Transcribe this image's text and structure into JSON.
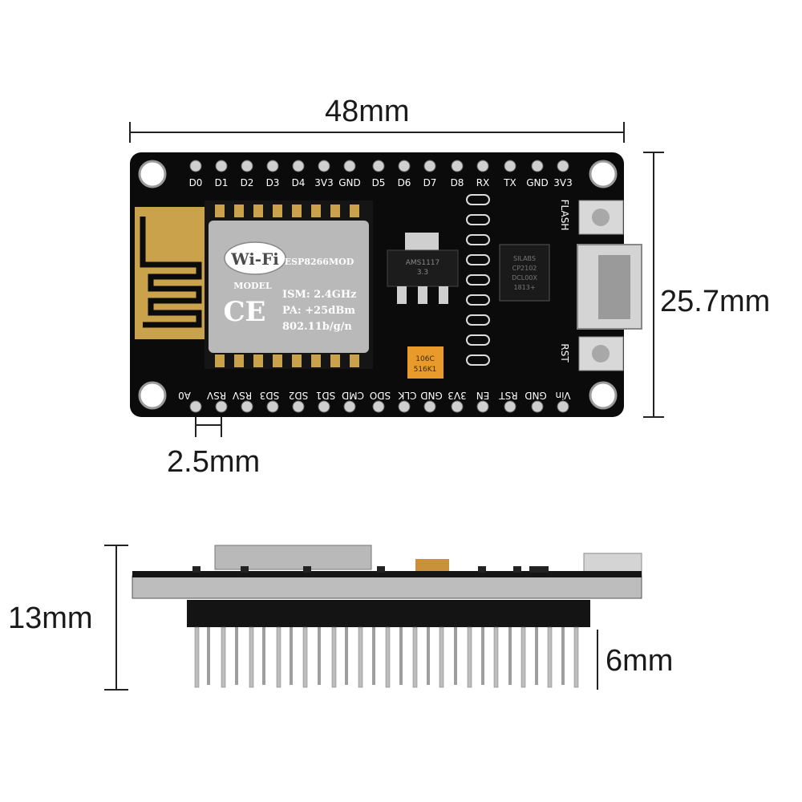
{
  "dimensions": {
    "width": "48mm",
    "height": "25.7mm",
    "pin_pitch": "2.5mm",
    "total_height": "13mm",
    "pin_length": "6mm"
  },
  "board": {
    "top_pins": [
      "D0",
      "D1",
      "D2",
      "D3",
      "D4",
      "3V3",
      "GND",
      "D5",
      "D6",
      "D7",
      "D8",
      "RX",
      "TX",
      "GND",
      "3V3"
    ],
    "bottom_pins": [
      "A0",
      "RSV",
      "RSV",
      "SD3",
      "SD2",
      "SD1",
      "CMD",
      "SDO",
      "CLK",
      "GND",
      "3V3",
      "EN",
      "RST",
      "GND",
      "Vin"
    ],
    "button_flash": "FLASH",
    "button_rst": "RST",
    "module": {
      "brand": "Wi-Fi",
      "model_label": "MODEL",
      "model": "ESP8266MOD",
      "ism": "ISM: 2.4GHz",
      "pa": "PA: +25dBm",
      "standard": "802.11b/g/n",
      "ce": "CE"
    },
    "capacitor": [
      "106C",
      "516K1"
    ],
    "regulator": [
      "AMS1117",
      "3.3"
    ],
    "usb_chip": [
      "SILABS",
      "CP2102",
      "DCL00X",
      "1813+"
    ]
  },
  "colors": {
    "pcb": "#0b0b0b",
    "shield": "#b9b9b9",
    "antenna": "#c9a24b",
    "capacitor": "#e89a2a",
    "silkscreen": "#ffffff"
  }
}
